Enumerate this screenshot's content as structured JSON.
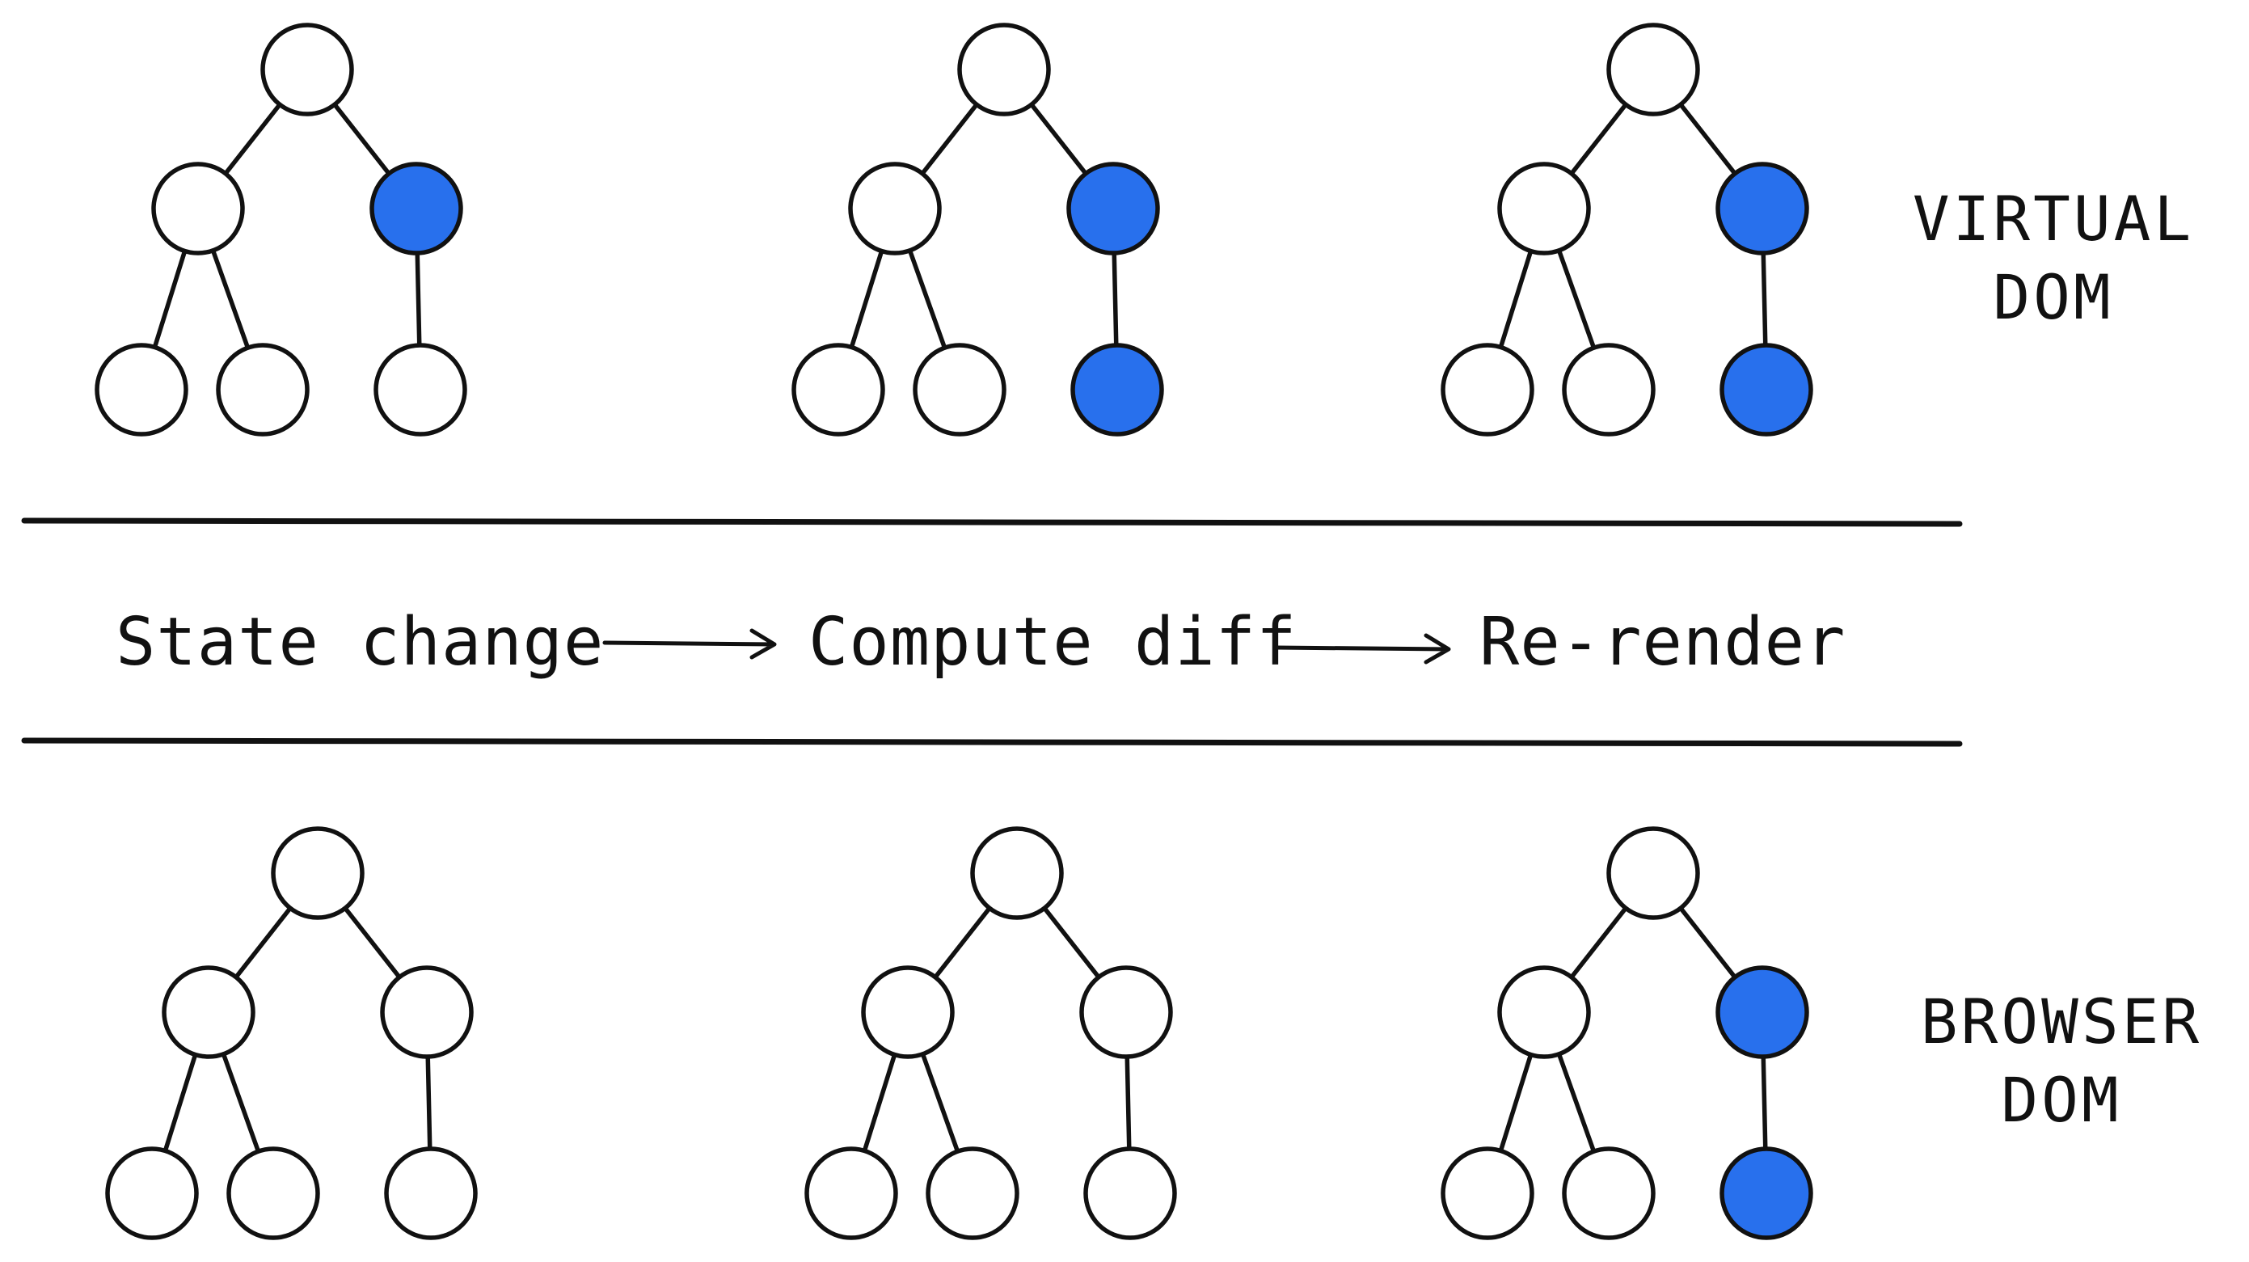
{
  "colors": {
    "highlight": "#2870ed",
    "node_fill": "#ffffff",
    "stroke": "#111111"
  },
  "flow": {
    "steps": [
      "State change",
      "Compute diff",
      "Re-render"
    ]
  },
  "labels": {
    "virtual": [
      "VIRTUAL",
      "DOM"
    ],
    "browser": [
      "BROWSER",
      "DOM"
    ]
  },
  "trees": {
    "node_order": [
      "root",
      "left",
      "right",
      "left-left",
      "left-right",
      "right-child"
    ],
    "virtual": [
      {
        "highlighted": [
          "right"
        ]
      },
      {
        "highlighted": [
          "right",
          "right-child"
        ]
      },
      {
        "highlighted": [
          "right",
          "right-child"
        ]
      }
    ],
    "browser": [
      {
        "highlighted": []
      },
      {
        "highlighted": []
      },
      {
        "highlighted": [
          "right",
          "right-child"
        ]
      }
    ]
  }
}
